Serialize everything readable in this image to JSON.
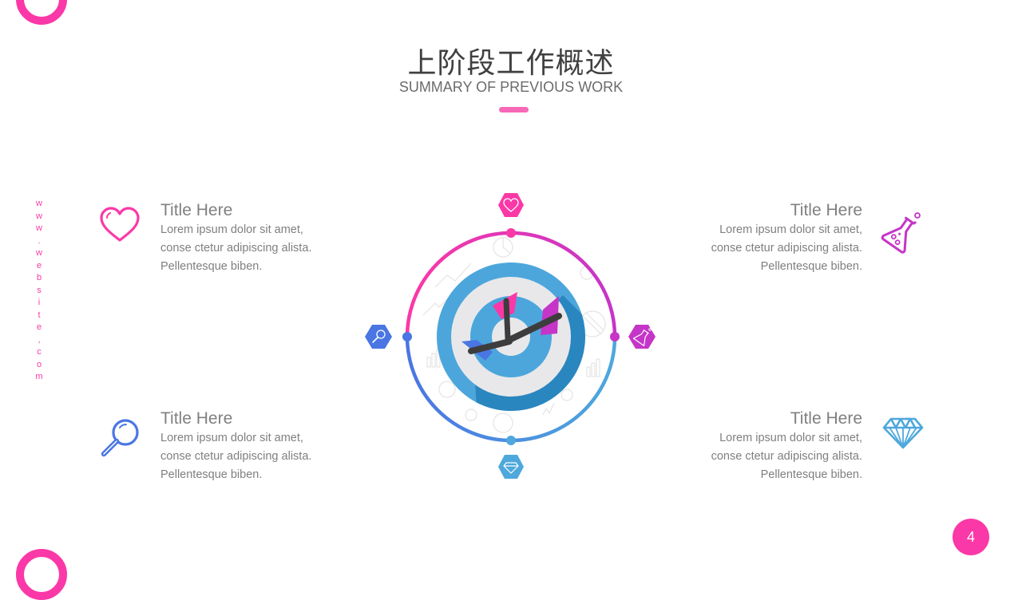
{
  "header": {
    "title_cn": "上阶段工作概述",
    "title_en": "SUMMARY OF PREVIOUS WORK"
  },
  "side_url": [
    "w",
    "w",
    "w",
    ".",
    "w",
    "e",
    "b",
    "s",
    "i",
    "t",
    "e",
    ",",
    "c",
    "o",
    "m"
  ],
  "items": [
    {
      "position": "top-left",
      "icon": "heart-icon",
      "title": "Title Here",
      "lines": [
        "Lorem ipsum dolor sit amet,",
        "conse ctetur adipiscing alista.",
        "Pellentesque biben."
      ]
    },
    {
      "position": "top-right",
      "icon": "flask-icon",
      "title": "Title Here",
      "lines": [
        "Lorem ipsum dolor sit amet,",
        "conse ctetur adipiscing alista.",
        "Pellentesque biben."
      ]
    },
    {
      "position": "bottom-left",
      "icon": "magnifier-icon",
      "title": "Title Here",
      "lines": [
        "Lorem ipsum dolor sit amet,",
        "conse ctetur adipiscing alista.",
        "Pellentesque biben."
      ]
    },
    {
      "position": "bottom-right",
      "icon": "diamond-icon",
      "title": "Title Here",
      "lines": [
        "Lorem ipsum dolor sit amet,",
        "conse ctetur adipiscing alista.",
        "Pellentesque biben."
      ]
    }
  ],
  "colors": {
    "pink": "#fb38a7",
    "magenta": "#c535c8",
    "blue": "#4a76e3",
    "light_blue": "#4ea8dc",
    "target_outer": "#4ca6db",
    "target_shadow": "#2a86bf",
    "target_ring": "#e8e8ea",
    "dart": "#3d3d3d"
  },
  "footer": {
    "page_number": "4"
  }
}
